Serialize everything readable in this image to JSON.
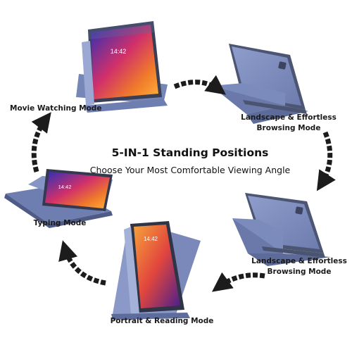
{
  "colors": {
    "case": "#7f8fbf",
    "case_dark": "#5e6c9c",
    "arrow": "#1c1c1c"
  },
  "heading": {
    "title": "5-IN-1 Standing Positions",
    "subtitle": "Choose Your Most Comfortable Viewing Angle"
  },
  "screen": {
    "time": "14:42"
  },
  "modes": [
    {
      "label": "Movie Watching Mode"
    },
    {
      "label_line1": "Landscape & Effortless",
      "label_line2": "Browsing Mode"
    },
    {
      "label_line1": "Landscape & Effortless",
      "label_line2": "Browsing Mode"
    },
    {
      "label": "Portrait & Reading Mode"
    },
    {
      "label": "Typing Mode"
    }
  ]
}
